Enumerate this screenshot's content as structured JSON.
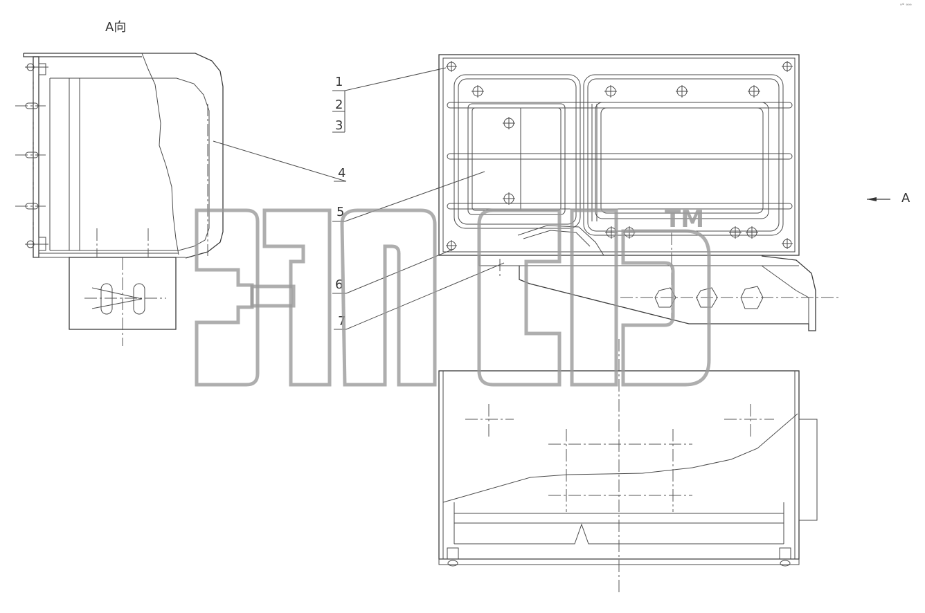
{
  "view_label": "A向",
  "arrow_label": "A",
  "callouts": [
    "1",
    "2",
    "3",
    "4",
    "5",
    "6",
    "7"
  ],
  "watermark": {
    "text": "эпср",
    "tm": "TM"
  },
  "corner_mark": "ᵃ° ᵃᵃᵃ"
}
